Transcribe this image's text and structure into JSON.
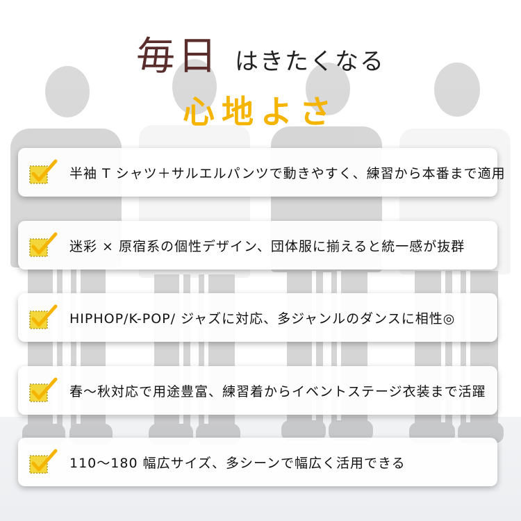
{
  "headline": {
    "main": "毎日",
    "sub": "はきたくなる",
    "accent": "心地よさ"
  },
  "colors": {
    "main_text": "#5a2d2d",
    "accent_text": "#f5b400",
    "check_fill": "#f3d73a",
    "check_mark": "#f5b400"
  },
  "features": [
    {
      "icon": "checkmark-icon",
      "text": "半袖 T シャツ＋サルエルパンツで動きやすく、練習から本番まで適用"
    },
    {
      "icon": "checkmark-icon",
      "text": "迷彩 × 原宿系の個性デザイン、団体服に揃えると統一感が抜群"
    },
    {
      "icon": "checkmark-icon",
      "text": "HIPHOP/K-POP/ ジャズに対応、多ジャンルのダンスに相性◎"
    },
    {
      "icon": "checkmark-icon",
      "text": "春～秋対応で用途豊富、練習着からイベントステージ衣装まで活躍"
    },
    {
      "icon": "checkmark-icon",
      "text": "110～180 幅広サイズ、多シーンで幅広く活用できる"
    }
  ]
}
